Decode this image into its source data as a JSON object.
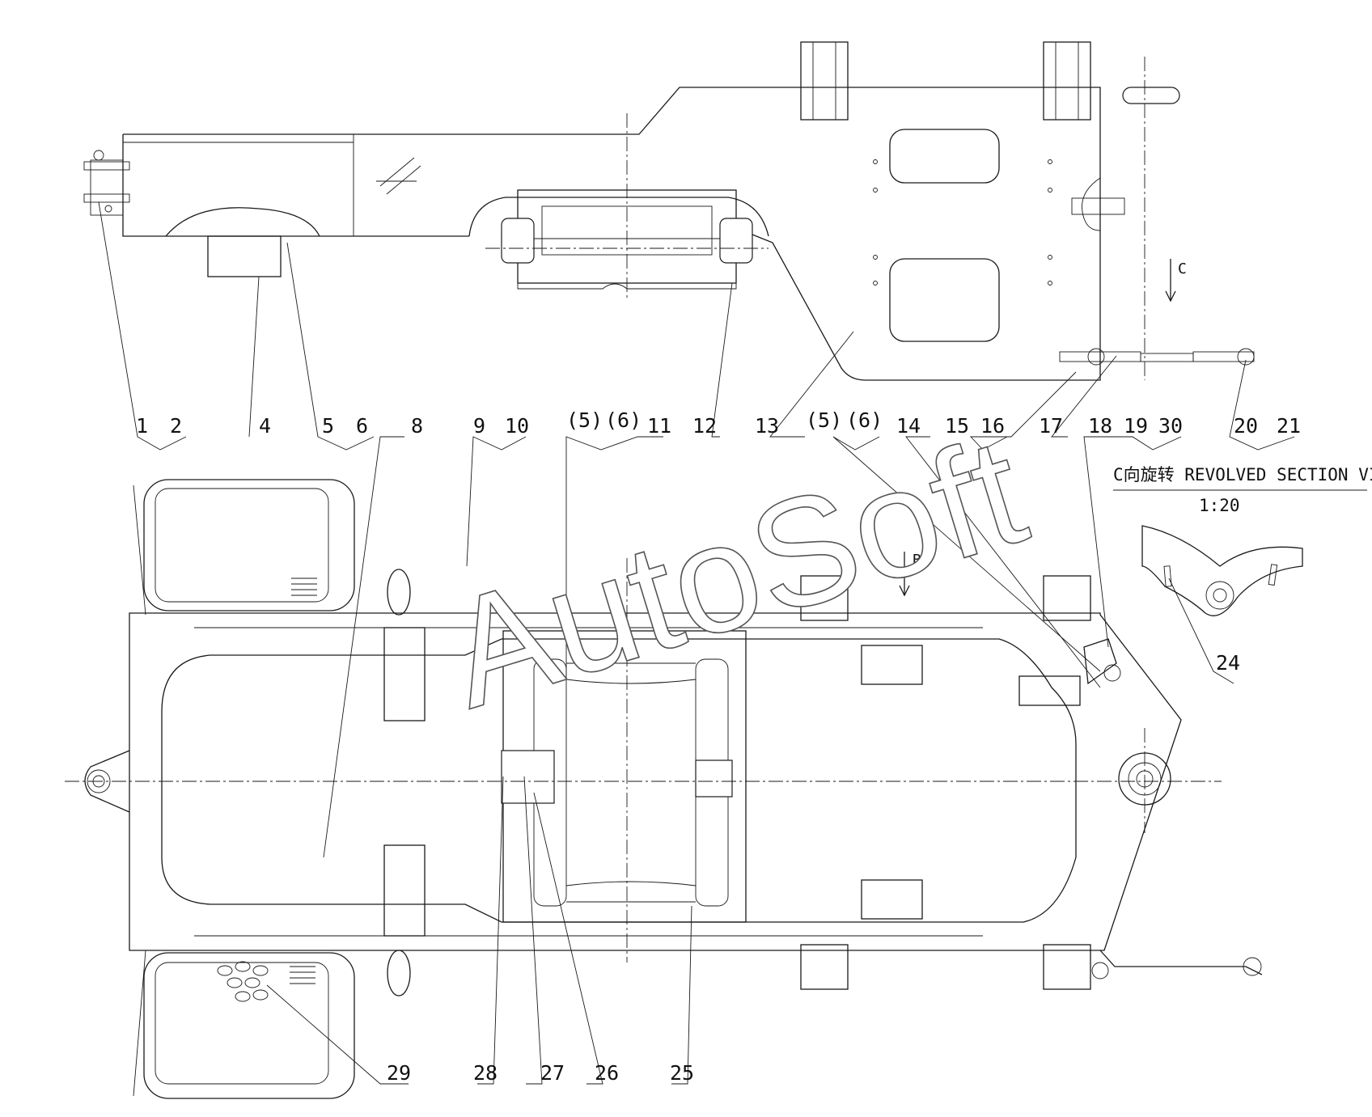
{
  "watermark": "AutoSoft",
  "view_c": {
    "title": "C向旋转  REVOLVED SECTION VIEW C",
    "scale": "1:20",
    "arrow_label": "C"
  },
  "view_b": {
    "arrow_label": "B"
  },
  "top_callouts": [
    "1",
    "2",
    "4",
    "5",
    "6",
    "8",
    "9",
    "10",
    "(5)",
    "(6)",
    "11",
    "12",
    "13",
    "(5)",
    "(6)",
    "14",
    "15",
    "16",
    "17",
    "18",
    "19",
    "30",
    "20",
    "21"
  ],
  "section_callouts": [
    "24"
  ],
  "bottom_callouts": [
    "29",
    "28",
    "27",
    "26",
    "25"
  ]
}
